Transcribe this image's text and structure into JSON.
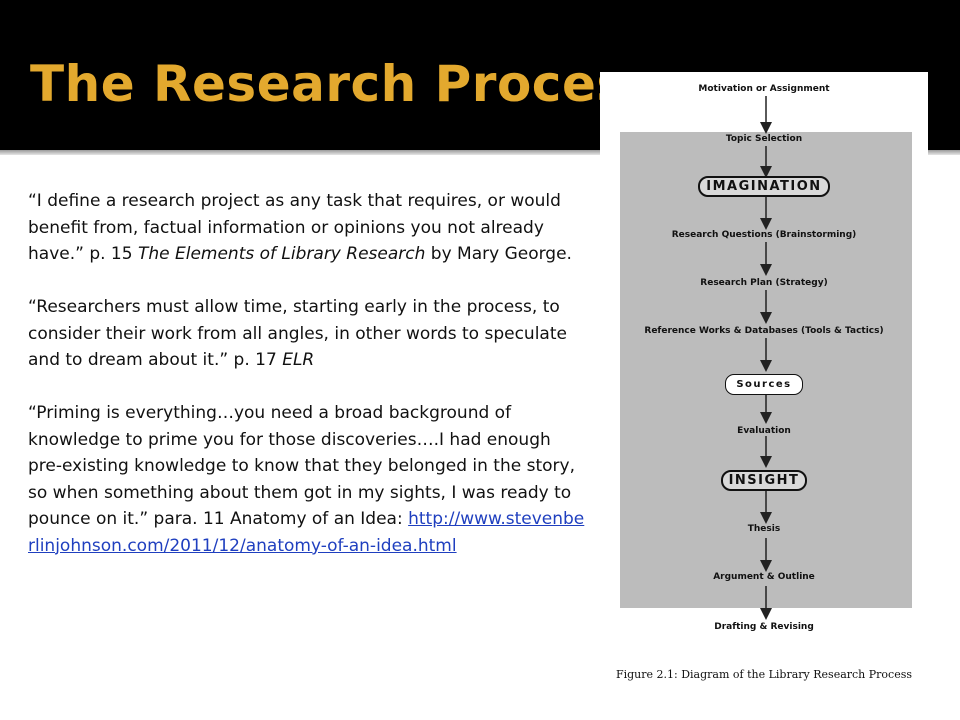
{
  "slide": {
    "title": "The Research Process"
  },
  "quotes": {
    "q1_text": "“I define a research project as any task that requires, or would benefit from, factual information or opinions you not already have.” p. 15 ",
    "q1_book": "The Elements of Library Research",
    "q1_author": " by Mary George.",
    "q2_text": "“Researchers must allow time, starting early in the process, to consider their work from all angles, in other words to speculate and to dream about it.” p. 17 ",
    "q2_abbrev": "ELR",
    "q3_text": "“Priming is everything…you need a broad background of knowledge to prime you for those discoveries….I had enough pre-existing knowledge to know that they belonged in the story, so when something about them got in my sights, I was ready to pounce on it.” para. 11 Anatomy of an Idea: ",
    "q3_link": "http://www.stevenberlinjohnson.com/2011/12/anatomy-of-an-idea.html"
  },
  "figure": {
    "steps": {
      "motivation": "Motivation or Assignment",
      "topic": "Topic Selection",
      "imagination": "IMAGINATION",
      "questions": "Research Questions (Brainstorming)",
      "plan": "Research Plan (Strategy)",
      "reference": "Reference Works & Databases (Tools & Tactics)",
      "sources": "Sources",
      "evaluation": "Evaluation",
      "insight": "INSIGHT",
      "thesis": "Thesis",
      "argument": "Argument & Outline",
      "drafting": "Drafting & Revising"
    },
    "caption": "Figure 2.1:  Diagram of the Library Research Process"
  }
}
